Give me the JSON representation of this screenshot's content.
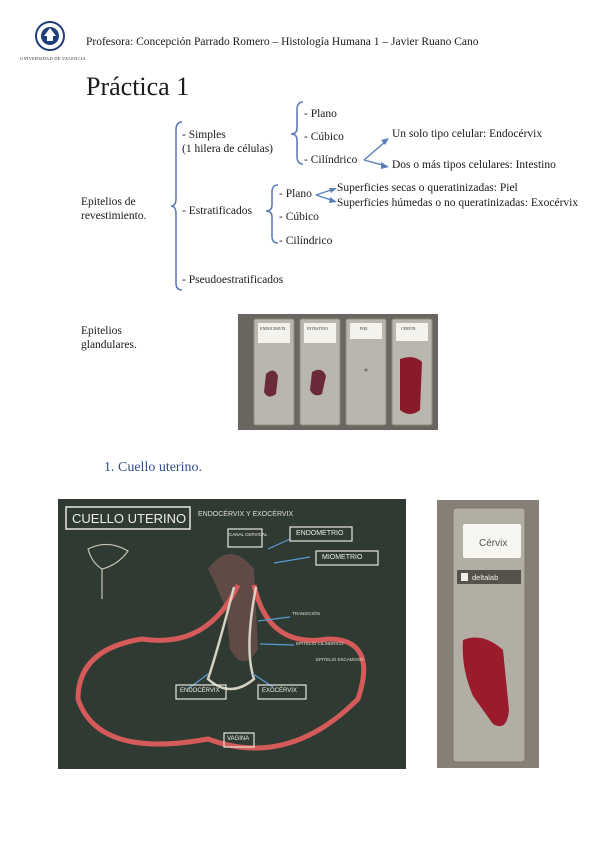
{
  "header": {
    "logo_caption": "UNIVERSIDAD DE VALENCIA",
    "text": "Profesora: Concepción Parrado Romero – Histología Humana 1 – Javier Ruano Cano"
  },
  "title": "Práctica 1",
  "diagram": {
    "epitelios_revestimiento": [
      "Epitelios de",
      "revestimiento."
    ],
    "simples": [
      "- Simples",
      "(1 hilera de células)"
    ],
    "simples_children": [
      "- Plano",
      "- Cúbico",
      "- Cilíndrico"
    ],
    "cilindrico_children": [
      "Un solo tipo celular: Endocérvix",
      "Dos o más tipos celulares: Intestino"
    ],
    "estratificados": "- Estratificados",
    "estratificados_children": [
      "- Plano",
      "- Cúbico",
      "- Cilíndrico"
    ],
    "plano_children": [
      "Superficies secas o queratinizadas: Piel",
      "Superficies húmedas o no queratinizadas: Exocérvix"
    ],
    "pseudoestratificados": "- Pseudoestratificados",
    "epitelios_glandulares": [
      "Epitelios",
      "glandulares."
    ]
  },
  "photo_slides": {
    "labels": [
      "ENDOCERVIX",
      "INTESTINO",
      "PIEL",
      "CERVIX"
    ]
  },
  "section_heading": "1.  Cuello uterino.",
  "chalkboard": {
    "title": "CUELLO UTERINO",
    "subtitle": "ENDOCÉRVIX Y EXOCÉRVIX",
    "labels": [
      "CANAL CERVICAL",
      "ENDOMETRIO",
      "MIOMETRIO",
      "TRANSICIÓN",
      "EPITELIO CILÍNDRICO",
      "EPITELIO ESCAMOSO",
      "ENDOCÉRVIX",
      "EXOCÉRVIX",
      "VAGINA"
    ]
  },
  "slide_photo": {
    "label": "Cérvix",
    "brand": "deltalab"
  }
}
